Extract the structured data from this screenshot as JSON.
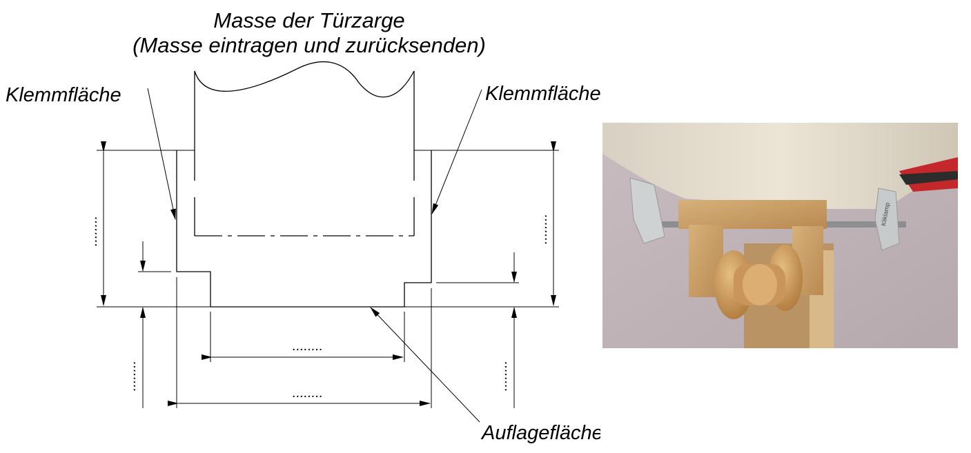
{
  "title": {
    "line1": "Masse der Türzarge",
    "line2": "(Masse eintragen und zurücksenden)"
  },
  "labels": {
    "klemm_left": "Klemmfläche",
    "klemm_right": "Klemmfläche",
    "auflage": "Auflagefläche"
  },
  "placeholders": {
    "dim_left_height": "........",
    "dim_right_height": "........",
    "dim_left_step": "........",
    "dim_right_step": "........",
    "dim_inner_width": "........",
    "dim_outer_width": "........"
  },
  "photo": {
    "description_icon": "clamp-photo",
    "clamp_brand": "Kliklamp"
  }
}
